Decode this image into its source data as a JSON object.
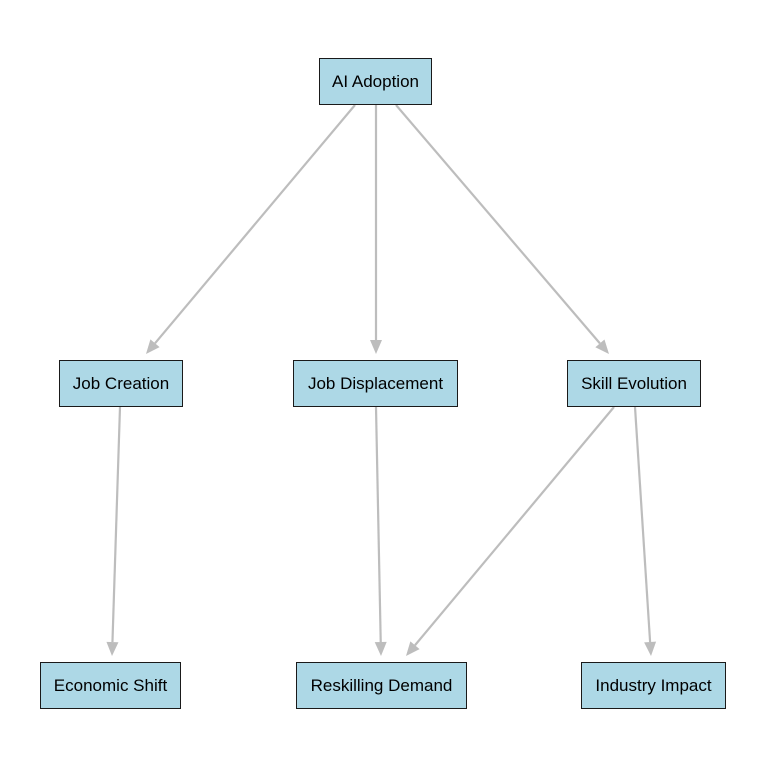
{
  "colors": {
    "node_fill": "#add8e6",
    "node_border": "#1a1a1a",
    "edge": "#bdbdbd"
  },
  "nodes": {
    "ai_adoption": "AI Adoption",
    "job_creation": "Job Creation",
    "job_displacement": "Job Displacement",
    "skill_evolution": "Skill Evolution",
    "economic_shift": "Economic Shift",
    "reskilling_demand": "Reskilling Demand",
    "industry_impact": "Industry Impact"
  },
  "edges": [
    {
      "from": "ai_adoption",
      "to": "job_creation"
    },
    {
      "from": "ai_adoption",
      "to": "job_displacement"
    },
    {
      "from": "ai_adoption",
      "to": "skill_evolution"
    },
    {
      "from": "job_creation",
      "to": "economic_shift"
    },
    {
      "from": "job_displacement",
      "to": "reskilling_demand"
    },
    {
      "from": "skill_evolution",
      "to": "reskilling_demand"
    },
    {
      "from": "skill_evolution",
      "to": "industry_impact"
    }
  ]
}
